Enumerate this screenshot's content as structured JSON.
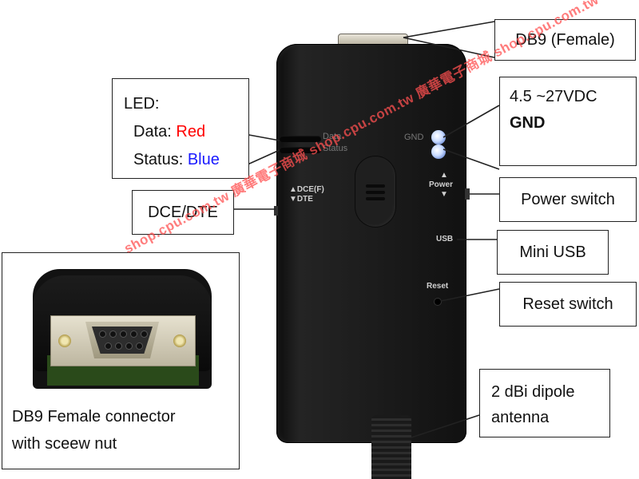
{
  "callouts": {
    "db9_female": "DB9 (Female)",
    "power_voltage": "4.5 ~27VDC",
    "gnd": "GND",
    "led_heading": "LED:",
    "led_data_label": "Data:",
    "led_data_value": "Red",
    "led_status_label": "Status:",
    "led_status_value": "Blue",
    "dce_dte": "DCE/DTE",
    "power_switch": "Power switch",
    "mini_usb": "Mini USB",
    "reset_switch": "Reset switch",
    "antenna_line1": "2 dBi dipole",
    "antenna_line2": "antenna"
  },
  "device_labels": {
    "data": "Data",
    "status": "Status",
    "gnd": "GND",
    "dce": "▲DCE(F)",
    "dte": "▼DTE",
    "power_up": "▲",
    "power": "Power",
    "power_down": "▼",
    "usb": "USB",
    "reset": "Reset"
  },
  "inset": {
    "label_line1": "DB9 Female connector",
    "label_line2": "with sceew nut"
  },
  "watermark": {
    "text": "shop.cpu.com.tw 廣華電子商城 shop.cpu.com.tw 廣華電子商城 shop.cpu.com.tw"
  },
  "colors": {
    "red_value": "#ff0000",
    "blue_value": "#1a1aff",
    "device_body": "#1b1b1b",
    "watermark": "#ff5050"
  }
}
